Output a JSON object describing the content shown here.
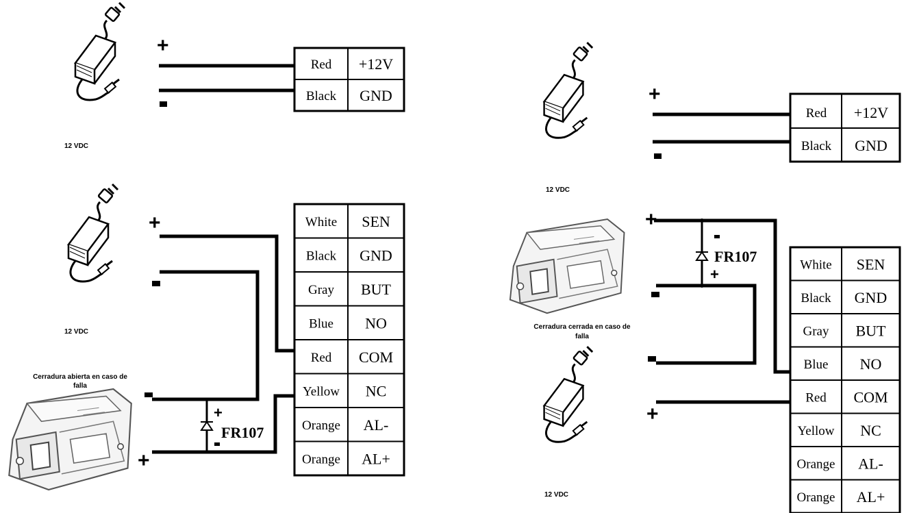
{
  "left_diagram": {
    "power_supply_label": "12 VDC",
    "power_signs": {
      "plus": "+",
      "minus": "-"
    },
    "power_table": [
      {
        "color": "Red",
        "signal": "+12V"
      },
      {
        "color": "Black",
        "signal": "GND"
      }
    ],
    "lock_supply_label": "12 VDC",
    "lock_label_line1": "Cerradura abierta en caso de",
    "lock_label_line2": "falla",
    "diode_label": "FR107",
    "wiring_table": [
      {
        "color": "White",
        "signal": "SEN"
      },
      {
        "color": "Black",
        "signal": "GND"
      },
      {
        "color": "Gray",
        "signal": "BUT"
      },
      {
        "color": "Blue",
        "signal": "NO"
      },
      {
        "color": "Red",
        "signal": "COM"
      },
      {
        "color": "Yellow",
        "signal": "NC"
      },
      {
        "color": "Orange",
        "signal": "AL-"
      },
      {
        "color": "Orange",
        "signal": "AL+"
      }
    ]
  },
  "right_diagram": {
    "power_supply_label": "12 VDC",
    "power_table": [
      {
        "color": "Red",
        "signal": "+12V"
      },
      {
        "color": "Black",
        "signal": "GND"
      }
    ],
    "lock_label_line1": "Cerradura cerrada en caso de",
    "lock_label_line2": "falla",
    "diode_label": "FR107",
    "lock_supply_label": "12 VDC",
    "wiring_table": [
      {
        "color": "White",
        "signal": "SEN"
      },
      {
        "color": "Black",
        "signal": "GND"
      },
      {
        "color": "Gray",
        "signal": "BUT"
      },
      {
        "color": "Blue",
        "signal": "NO"
      },
      {
        "color": "Red",
        "signal": "COM"
      },
      {
        "color": "Yellow",
        "signal": "NC"
      },
      {
        "color": "Orange",
        "signal": "AL-"
      },
      {
        "color": "Orange",
        "signal": "AL+"
      }
    ]
  }
}
